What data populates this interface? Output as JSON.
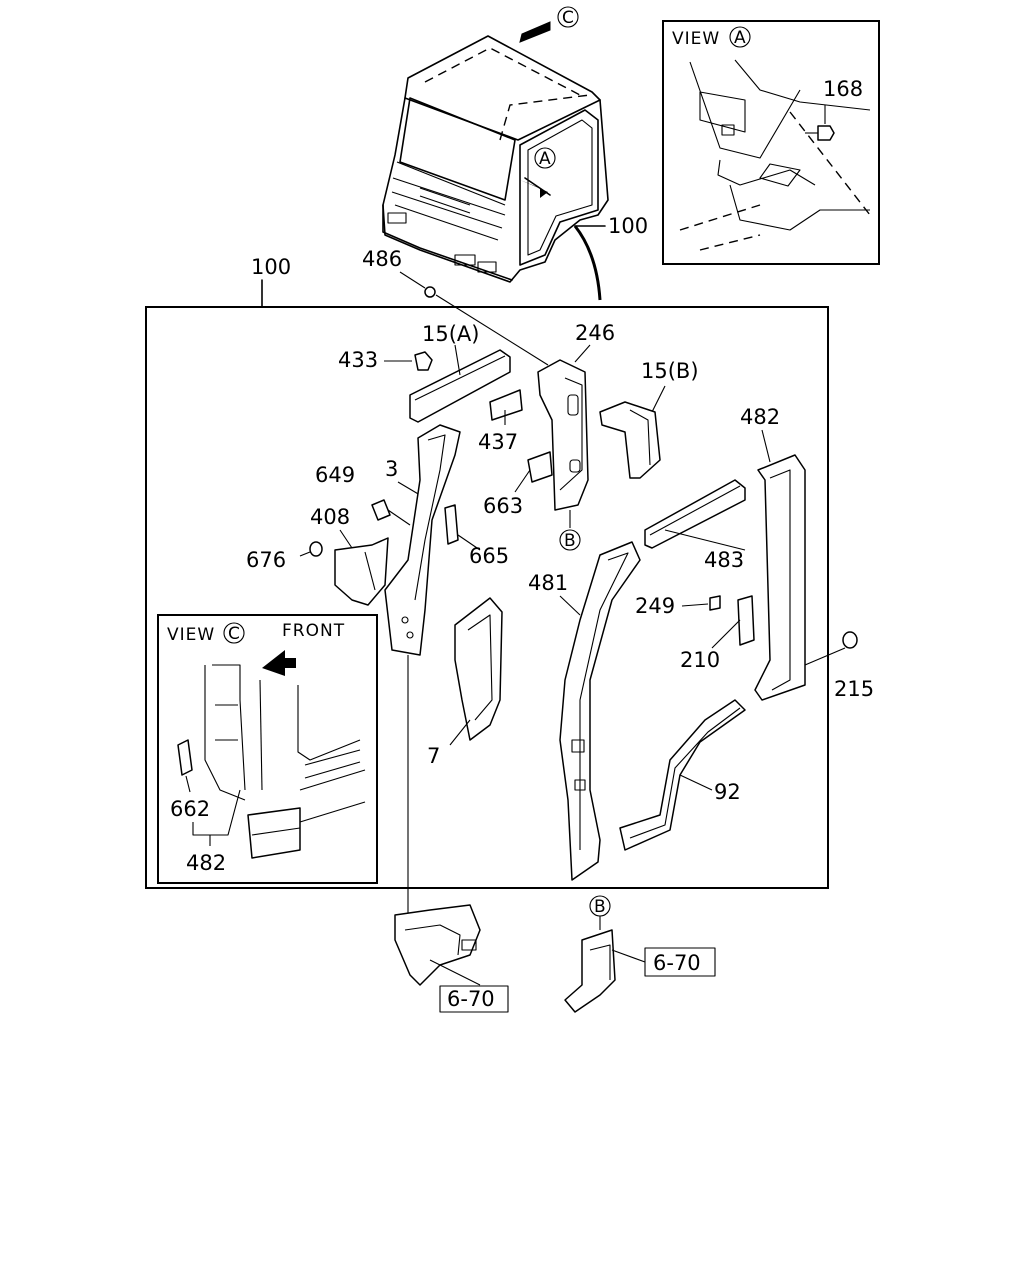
{
  "diagram": {
    "callouts": {
      "view_c_marker": "C",
      "view_a_marker": "A",
      "cab_100": "100",
      "assembly_100": "100",
      "p486": "486",
      "p246": "246",
      "p15a": "15(A)",
      "p433": "433",
      "p15b": "15(B)",
      "p437": "437",
      "p482": "482",
      "p649": "649",
      "p3": "3",
      "p663": "663",
      "marker_b": "B",
      "p408": "408",
      "p665": "665",
      "p483": "483",
      "p676": "676",
      "p481": "481",
      "p249": "249",
      "p210": "210",
      "p215": "215",
      "p7": "7",
      "p92": "92",
      "p168": "168",
      "p662": "662",
      "p482_view": "482",
      "marker_b_bottom": "B"
    },
    "view_a": {
      "title": "VIEW",
      "marker": "A"
    },
    "view_c": {
      "title": "VIEW",
      "marker": "C",
      "front_label": "FRONT"
    },
    "page_refs": {
      "left": "6-70",
      "right": "6-70"
    }
  }
}
